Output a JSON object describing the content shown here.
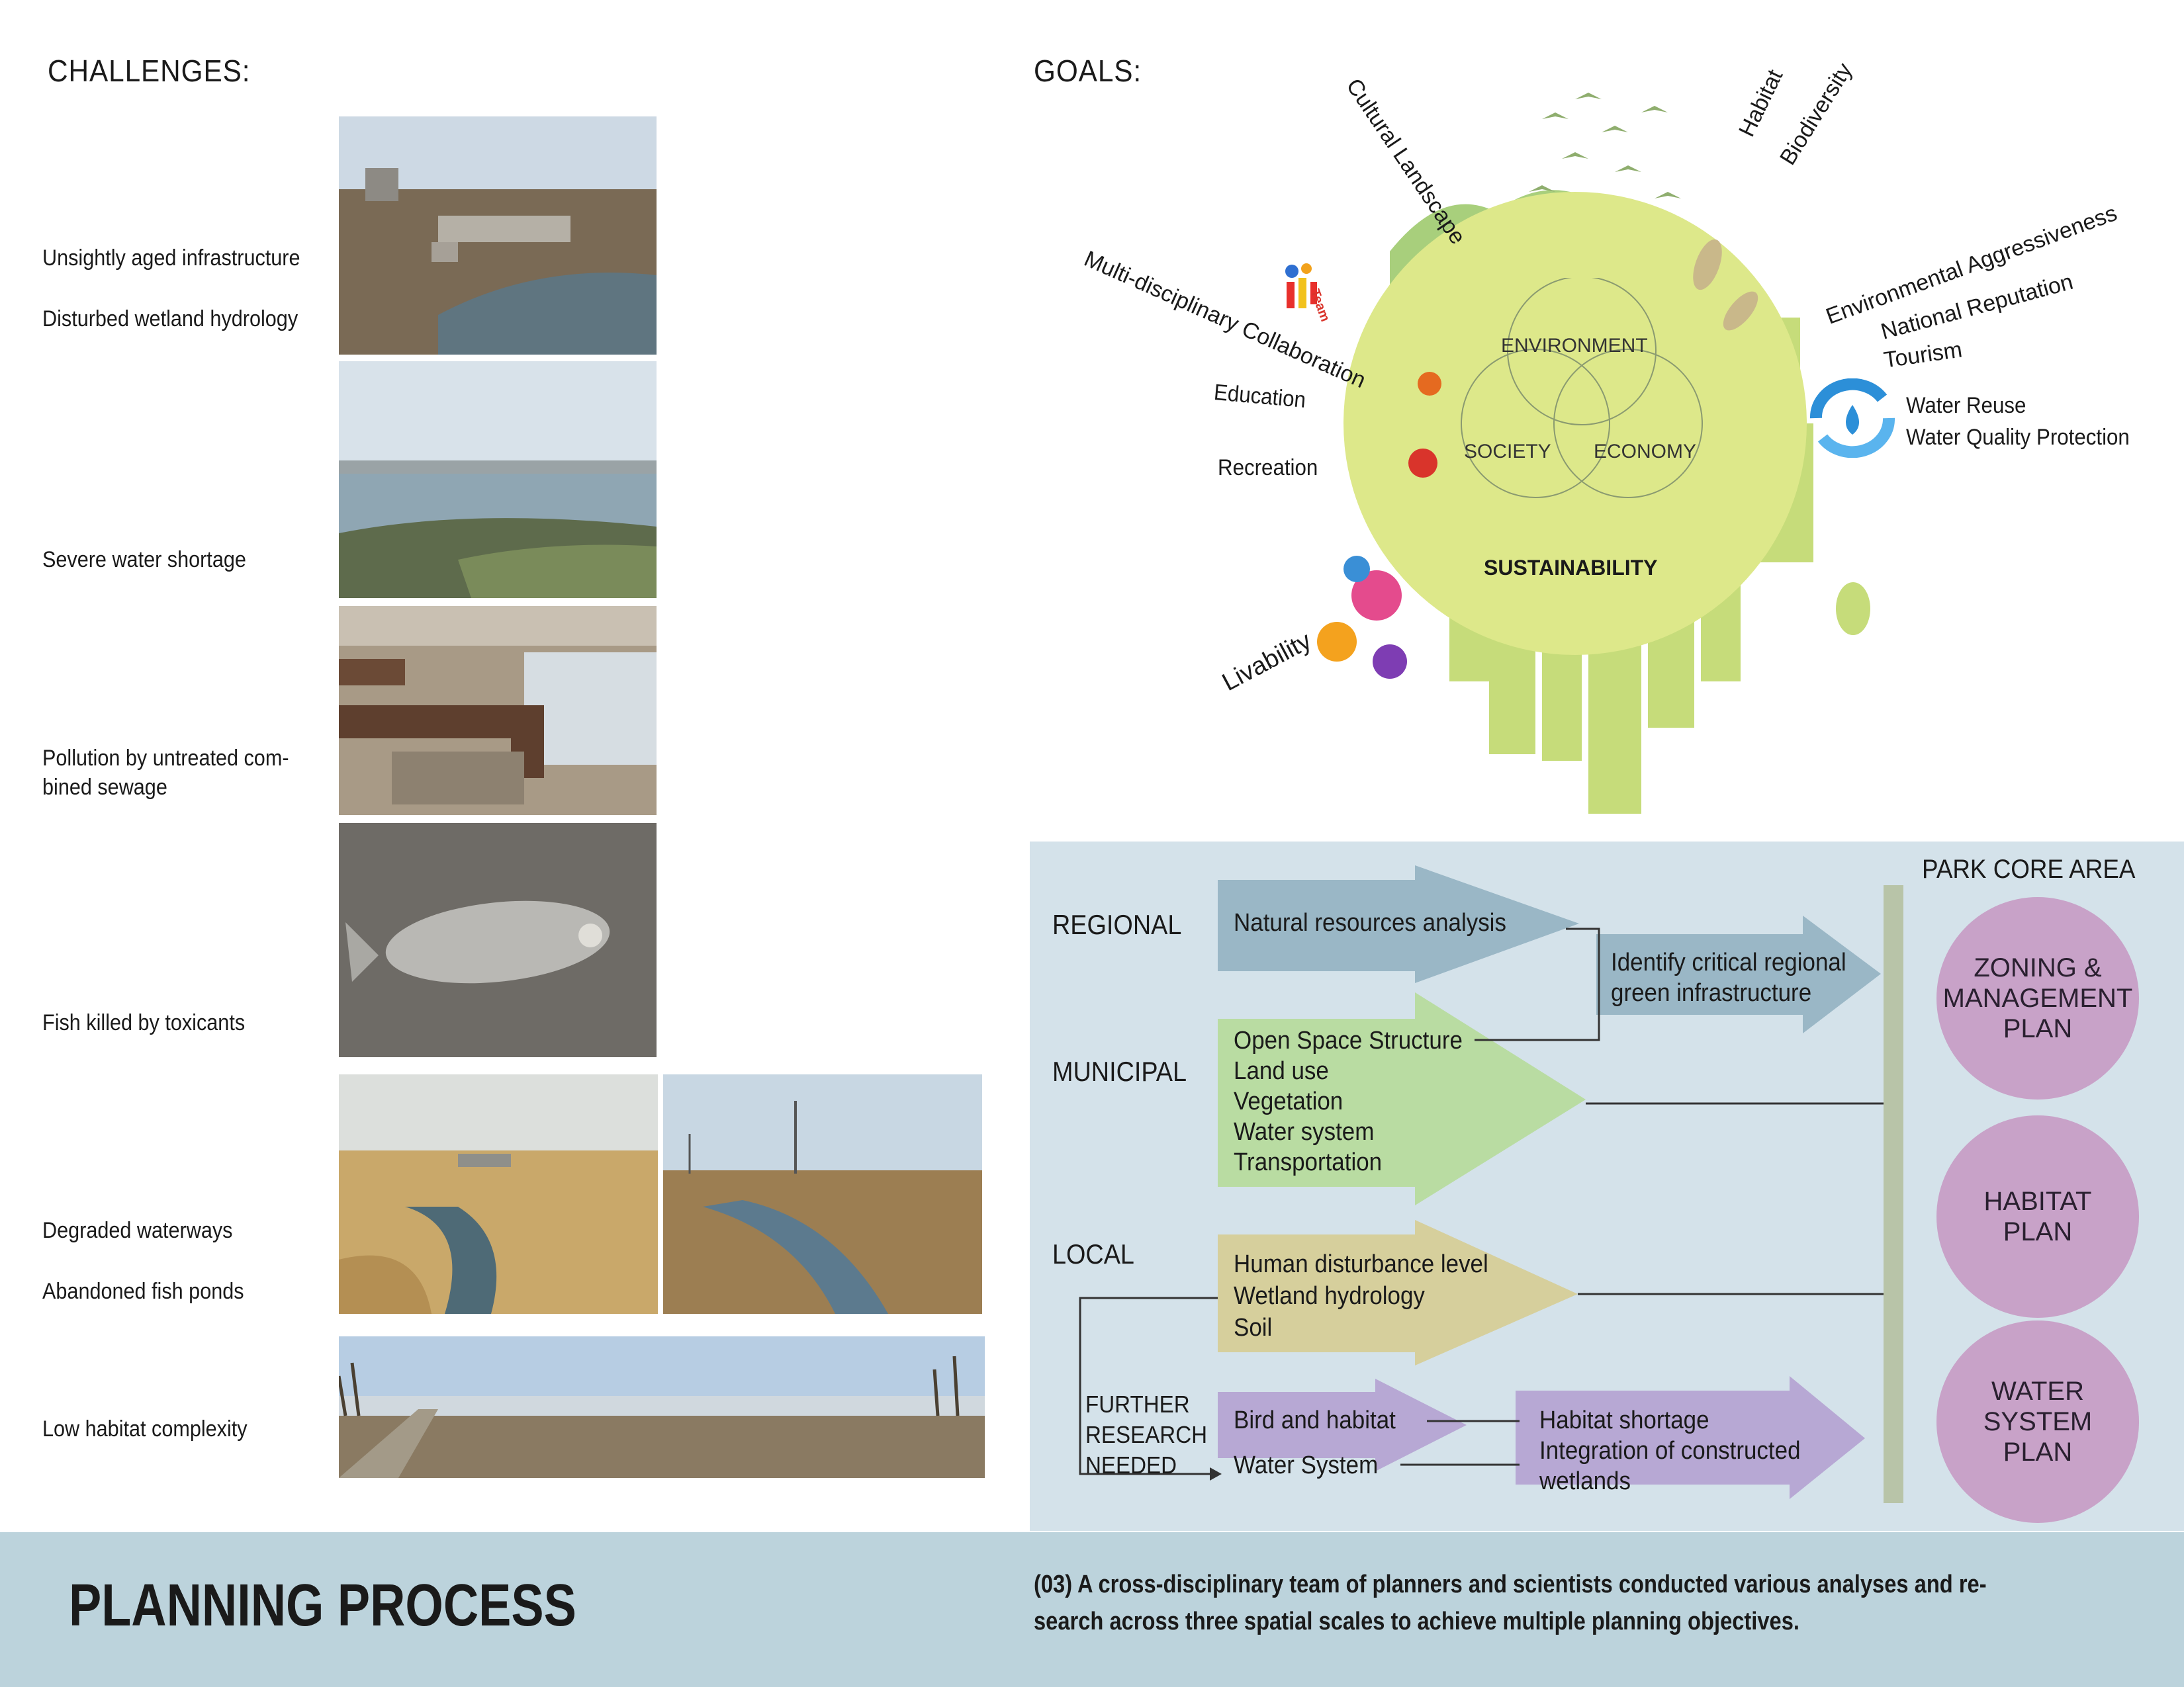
{
  "challenges": {
    "title": "CHALLENGES:",
    "items": [
      "Unsightly aged infrastructure",
      "Disturbed wetland hydrology",
      "Severe water shortage",
      "Pollution by untreated com-\nbined sewage",
      "Fish killed by toxicants",
      "Degraded waterways",
      "Abandoned fish ponds",
      "Low habitat complexity"
    ]
  },
  "goals": {
    "title": "GOALS:",
    "labels": {
      "cultural": "Cultural Landscape",
      "habitat": "Habitat",
      "biodiversity": "Biodiversity",
      "env_agg": "Environmental Aggressiveness",
      "national": "National Reputation",
      "tourism": "Tourism",
      "water_reuse": "Water Reuse",
      "water_quality": "Water Quality Protection",
      "multi": "Multi-disciplinary Collaboration",
      "education": "Education",
      "recreation": "Recreation",
      "livability": "Livability"
    },
    "venn": {
      "environment": "ENVIRONMENT",
      "society": "SOCIETY",
      "economy": "ECONOMY",
      "sustainability": "SUSTAINABILITY"
    },
    "team_badge": "Team"
  },
  "process": {
    "scales": {
      "regional": "REGIONAL",
      "municipal": "MUNICIPAL",
      "local": "LOCAL"
    },
    "regional_arrow": "Natural resources analysis",
    "regional_out": [
      "Identify critical regional",
      "green infrastructure"
    ],
    "municipal_items": [
      "Open Space Structure",
      "Land use",
      "Vegetation",
      "Water system",
      "Transportation"
    ],
    "local_items": [
      "Human disturbance level",
      "Wetland hydrology",
      "Soil"
    ],
    "further": [
      "FURTHER",
      "RESEARCH",
      "NEEDED"
    ],
    "research_items": [
      "Bird and habitat",
      "Water System"
    ],
    "research_out": [
      "Habitat shortage",
      "Integration of constructed",
      "wetlands"
    ],
    "park_core": "PARK CORE AREA",
    "plans": [
      [
        "ZONING &",
        "MANAGEMENT",
        "PLAN"
      ],
      [
        "HABITAT",
        "PLAN"
      ],
      [
        "WATER",
        "SYSTEM",
        "PLAN"
      ]
    ],
    "colors": {
      "blue": "#9ab7c6",
      "green": "#b9dca2",
      "tan": "#d6cf9c",
      "purple": "#b7a8d4",
      "circle": "#c8a2c8",
      "bar": "#b8c4a8"
    }
  },
  "footer": {
    "title": "PLANNING PROCESS",
    "caption": [
      "(03)  A cross-disciplinary team of planners and scientists conducted various analyses and re-",
      "search across three spatial scales to achieve multiple planning objectives."
    ]
  }
}
